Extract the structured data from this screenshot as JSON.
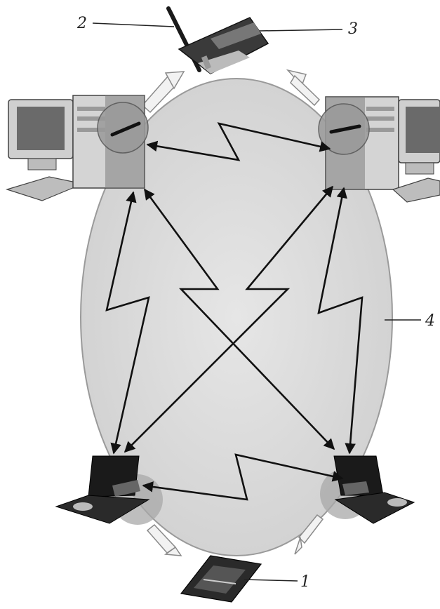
{
  "diagram": {
    "callouts": [
      {
        "id": "c1",
        "text": "1"
      },
      {
        "id": "c2",
        "text": "2"
      },
      {
        "id": "c3",
        "text": "3"
      },
      {
        "id": "c4",
        "text": "4"
      }
    ],
    "colors": {
      "ellipse_fill": "#d9d9d9",
      "ellipse_stroke": "#9a9a9a",
      "arrow": "#111111",
      "case": "#cfcfcf",
      "monitor_screen": "#6a6a6a",
      "laptop_body": "#1a1a1a",
      "card": "#2a2a2a"
    },
    "icons": [
      "desktop-computer-icon",
      "laptop-icon",
      "pci-wireless-card-icon",
      "pc-card-wireless-adapter-icon",
      "wireless-link-arrow-icon"
    ]
  }
}
